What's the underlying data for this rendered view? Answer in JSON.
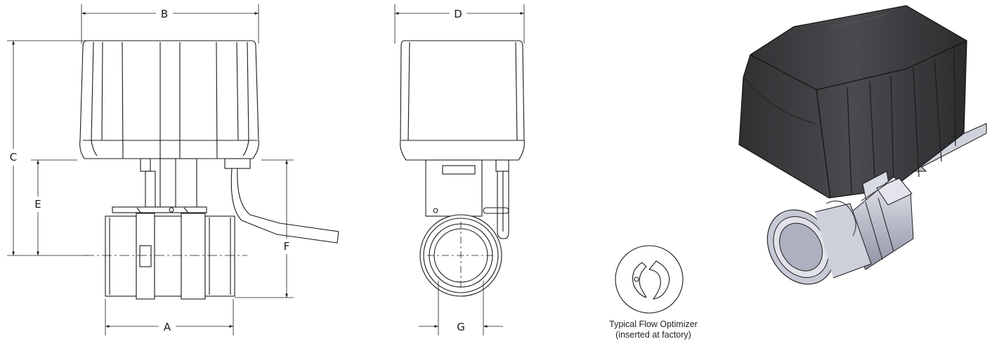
{
  "dimensions": {
    "a": "A",
    "b": "B",
    "c": "C",
    "d": "D",
    "e": "E",
    "f": "F",
    "g": "G"
  },
  "caption": {
    "line1": "Typical Flow Optimizer",
    "line2": "(inserted at factory)"
  },
  "colors": {
    "line": "#1a1a1a",
    "actuator_body": "#3a3b3d",
    "valve_metal": "#c9cbd6"
  }
}
